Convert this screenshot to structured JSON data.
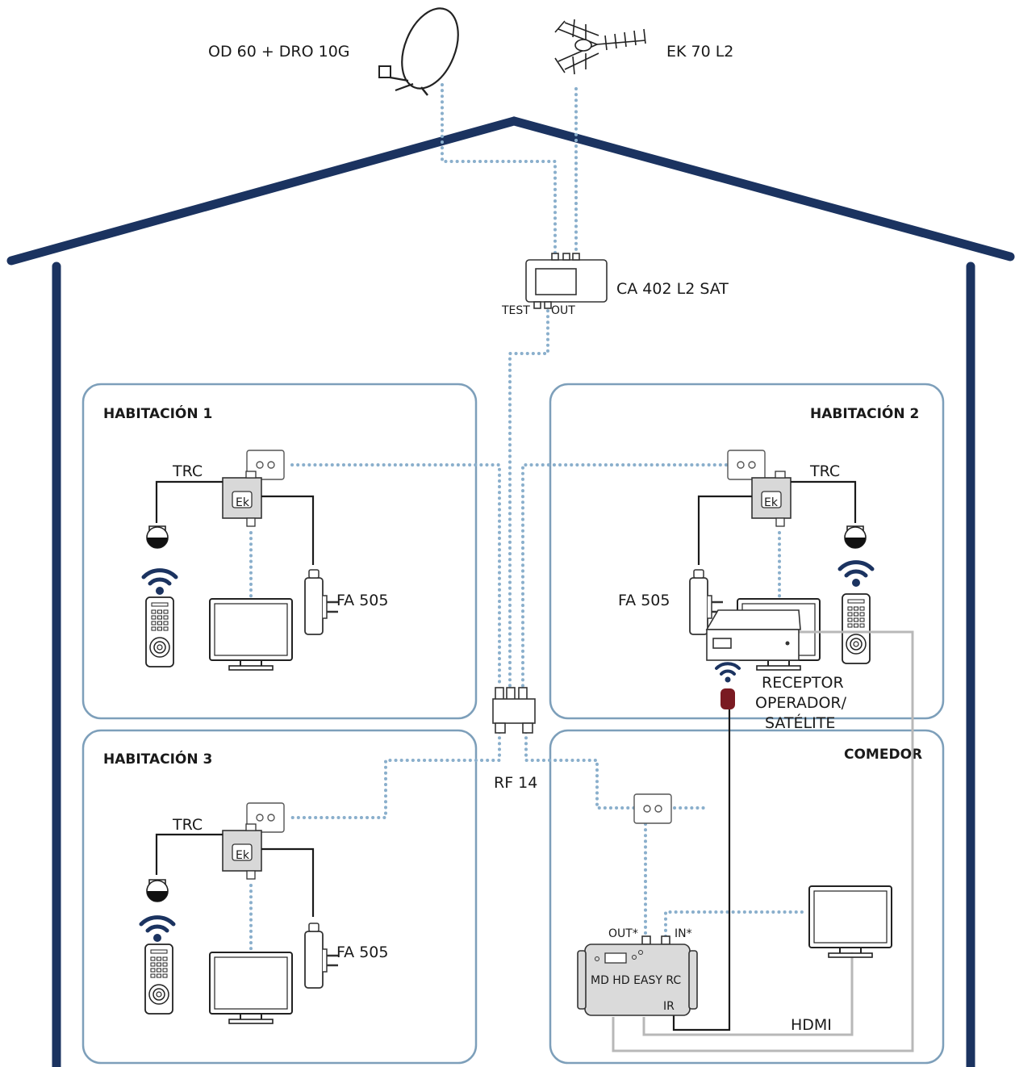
{
  "antennas": {
    "dish_label": "OD 60 + DRO 10G",
    "terrestrial_label": "EK 70 L2"
  },
  "amplifier": {
    "label": "CA 402 L2 SAT",
    "test_port": "TEST",
    "out_port": "OUT"
  },
  "splitter": {
    "label": "RF 14"
  },
  "rooms": {
    "room1": {
      "title": "HABITACIÓN 1",
      "trc": "TRC",
      "psu": "FA 505",
      "logo": "Ek"
    },
    "room2": {
      "title": "HABITACIÓN 2",
      "trc": "TRC",
      "psu": "FA 505",
      "logo": "Ek"
    },
    "room3": {
      "title": "HABITACIÓN 3",
      "trc": "TRC",
      "psu": "FA 505",
      "logo": "Ek"
    },
    "dining": {
      "title": "COMEDOR",
      "receiver_line1": "RECEPTOR",
      "receiver_line2": "OPERADOR/",
      "receiver_line3": "SATÉLITE",
      "modulator": "MD HD EASY RC",
      "mod_out": "OUT*",
      "mod_in": "IN*",
      "mod_ir": "IR",
      "hdmi": "HDMI"
    }
  },
  "colors": {
    "house": "#1b3360",
    "room_border": "#7d9fba",
    "coax_dotted": "#8aafcc",
    "hdmi_cable": "#b8b8b8",
    "ir_emitter": "#7a1a22"
  }
}
